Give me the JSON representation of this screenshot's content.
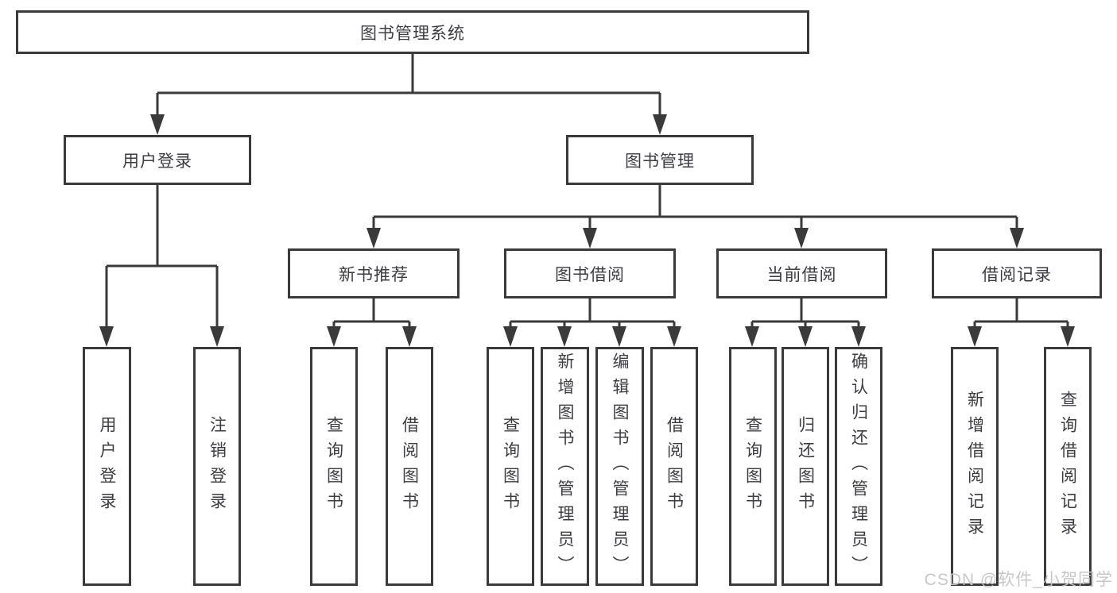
{
  "diagram": {
    "root": {
      "label": "图书管理系统"
    },
    "branches": [
      {
        "label": "用户登录",
        "children": [
          {
            "label": "用户登录"
          },
          {
            "label": "注销登录"
          }
        ]
      },
      {
        "label": "图书管理",
        "children": [
          {
            "label": "新书推荐",
            "children": [
              {
                "label": "查询图书"
              },
              {
                "label": "借阅图书"
              }
            ]
          },
          {
            "label": "图书借阅",
            "children": [
              {
                "label": "查询图书"
              },
              {
                "label": "新增图书（管理员）"
              },
              {
                "label": "编辑图书（管理员）"
              },
              {
                "label": "借阅图书"
              }
            ]
          },
          {
            "label": "当前借阅",
            "children": [
              {
                "label": "查询图书"
              },
              {
                "label": "归还图书"
              },
              {
                "label": "确认归还（管理员）"
              }
            ]
          },
          {
            "label": "借阅记录",
            "children": [
              {
                "label": "新增借阅记录"
              },
              {
                "label": "查询借阅记录"
              }
            ]
          }
        ]
      }
    ]
  },
  "watermark": {
    "text": "CSDN @软件_小贺同学"
  },
  "colors": {
    "line": "#3a3a3a",
    "text": "#3c3c42",
    "watermark": "#c5c5c7",
    "background": "#ffffff"
  }
}
